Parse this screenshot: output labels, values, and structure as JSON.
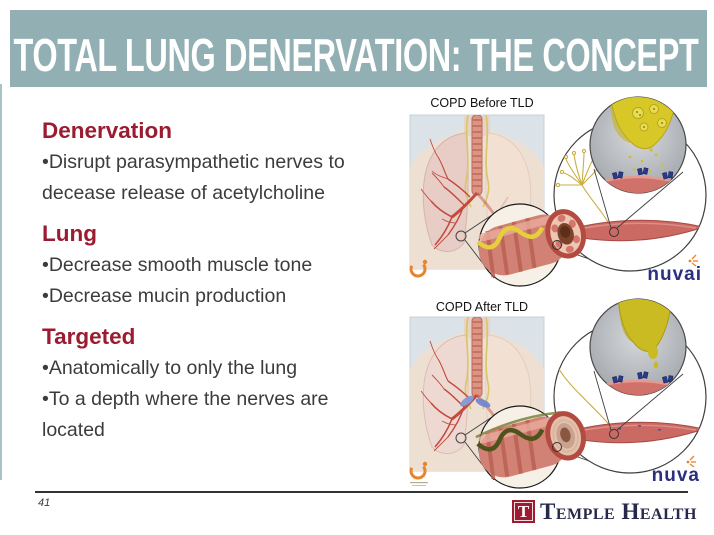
{
  "title": "TOTAL LUNG DENERVATION: THE CONCEPT",
  "content": {
    "bullet_char": "•",
    "sections": [
      {
        "heading": "Denervation",
        "bullets": [
          "Disrupt parasympathetic nerves to decease release of acetylcholine"
        ]
      },
      {
        "heading": "Lung",
        "bullets": [
          "Decrease smooth muscle tone",
          "Decrease mucin production"
        ]
      },
      {
        "heading": "Targeted",
        "bullets": [
          "Anatomically to only the lung",
          "To a depth where the nerves are located"
        ]
      }
    ]
  },
  "figures": [
    {
      "label": "COPD Before TLD",
      "brand": "nuvai"
    },
    {
      "label": "COPD After TLD",
      "brand": "nuva"
    }
  ],
  "footer": {
    "page_number": "41",
    "badge_letter": "T",
    "institution": "Temple Health"
  },
  "colors": {
    "banner_teal": "#92b0b4",
    "heading_maroon": "#9b1c31",
    "body_text": "#3c3c3c",
    "brand_navy": "#2a2f7e",
    "brand_orange": "#e8842c",
    "temple_red": "#9e1b32"
  }
}
